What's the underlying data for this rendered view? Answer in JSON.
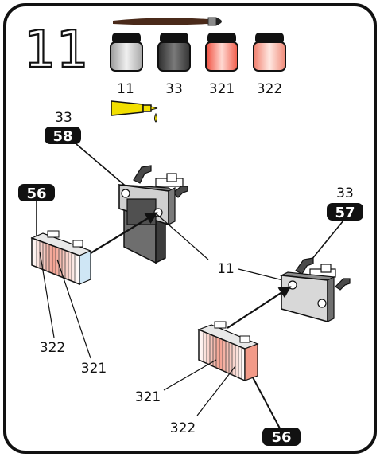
{
  "step": {
    "number": "11"
  },
  "paints": [
    {
      "code": "11",
      "color": "#c8c8c8"
    },
    {
      "code": "33",
      "color": "#595959"
    },
    {
      "code": "321",
      "color": "#f26a57"
    },
    {
      "code": "322",
      "color": "#f5a99a"
    }
  ],
  "glue_color": "#f2df00",
  "left_assembly": {
    "bracket_paint": "33",
    "bracket_part": "58",
    "panel_part": "56",
    "hole_paint": "11",
    "panel_paint_a": "322",
    "panel_paint_b": "321"
  },
  "right_assembly": {
    "bracket_paint": "33",
    "bracket_part": "57",
    "panel_part": "56",
    "panel_paint_a": "321",
    "panel_paint_b": "322"
  }
}
